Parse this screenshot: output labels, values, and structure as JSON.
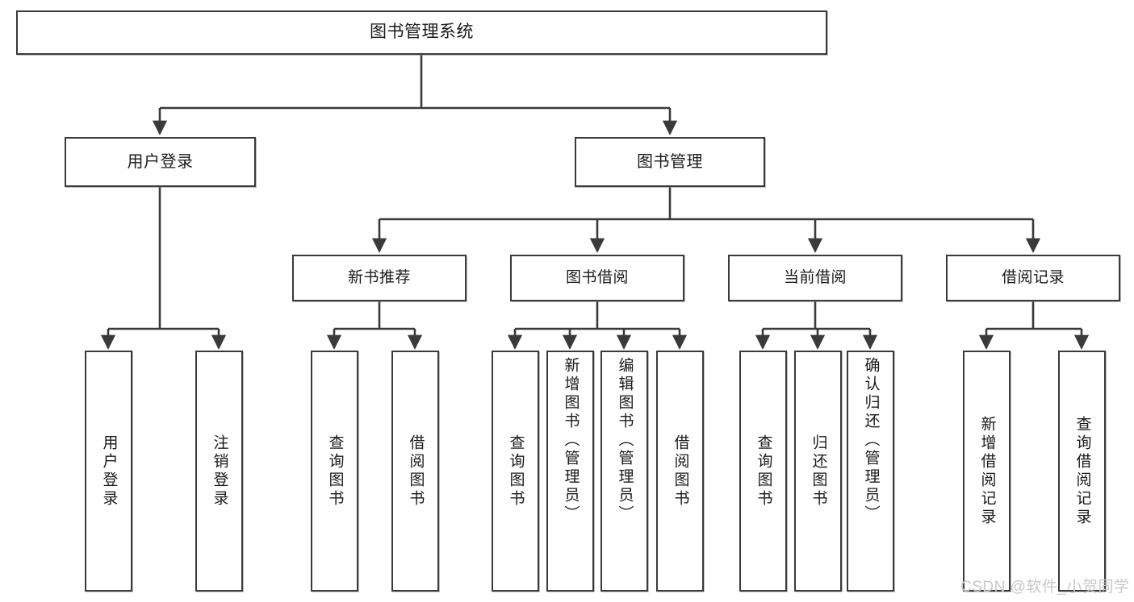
{
  "diagram": {
    "title": "图书管理系统",
    "type": "tree-hierarchy-chart",
    "watermark": "CSDN @软件_小贺同学",
    "colors": {
      "border": "#3a3a3a",
      "background": "#ffffff",
      "text": "#1a1a1a",
      "watermark": "#c8c8c8"
    }
  },
  "nodes": {
    "root": {
      "label": "图书管理系统"
    },
    "level2": [
      {
        "label": "用户登录"
      },
      {
        "label": "图书管理"
      }
    ],
    "level3": [
      {
        "label": "新书推荐"
      },
      {
        "label": "图书借阅"
      },
      {
        "label": "当前借阅"
      },
      {
        "label": "借阅记录"
      }
    ],
    "leaves": {
      "user_login": [
        {
          "label": "用户登录"
        },
        {
          "label": "注销登录"
        }
      ],
      "new_book_recommend": [
        {
          "label": "查询图书"
        },
        {
          "label": "借阅图书"
        }
      ],
      "book_borrow": [
        {
          "label": "查询图书"
        },
        {
          "label": "新增图书（管理员）"
        },
        {
          "label": "编辑图书（管理员）"
        },
        {
          "label": "借阅图书"
        }
      ],
      "current_borrow": [
        {
          "label": "查询图书"
        },
        {
          "label": "归还图书"
        },
        {
          "label": "确认归还（管理员）"
        }
      ],
      "borrow_record": [
        {
          "label": "新增借阅记录"
        },
        {
          "label": "查询借阅记录"
        }
      ]
    }
  }
}
